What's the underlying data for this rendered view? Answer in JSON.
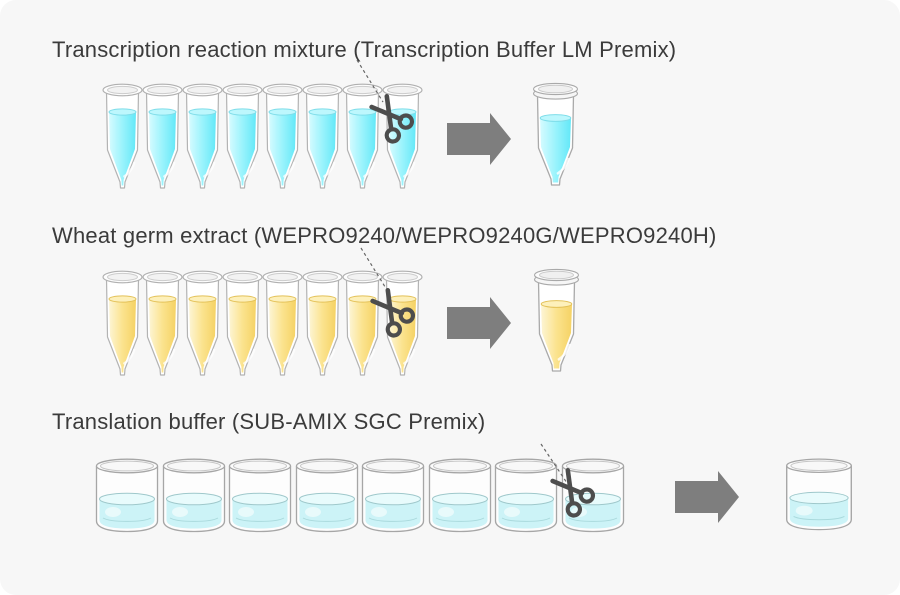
{
  "canvas": {
    "background": "#f7f7f7"
  },
  "rows": [
    {
      "title": "Transcription reaction mixture (Transcription Buffer LM Premix)",
      "vessel": "microtube-strip",
      "strip_count": 8,
      "result_count": 1,
      "liquid_color": "#8ff1fb"
    },
    {
      "title": "Wheat germ extract (WEPRO9240/WEPRO9240G/WEPRO9240H)",
      "vessel": "microtube-strip",
      "strip_count": 8,
      "result_count": 1,
      "liquid_color": "#fbe38e"
    },
    {
      "title": "Translation buffer (SUB-AMIX SGC Premix)",
      "vessel": "cup-strip",
      "strip_count": 8,
      "result_count": 1,
      "liquid_color": "#ccf3f7"
    }
  ],
  "icons": {
    "scissors": "scissors-icon",
    "arrow": "arrow-right-icon"
  },
  "colors": {
    "text": "#3b3b3b",
    "arrow": "#7e7e7e",
    "scissors": "#4d4d4d",
    "vessel_outline": "#b0b0b0"
  }
}
